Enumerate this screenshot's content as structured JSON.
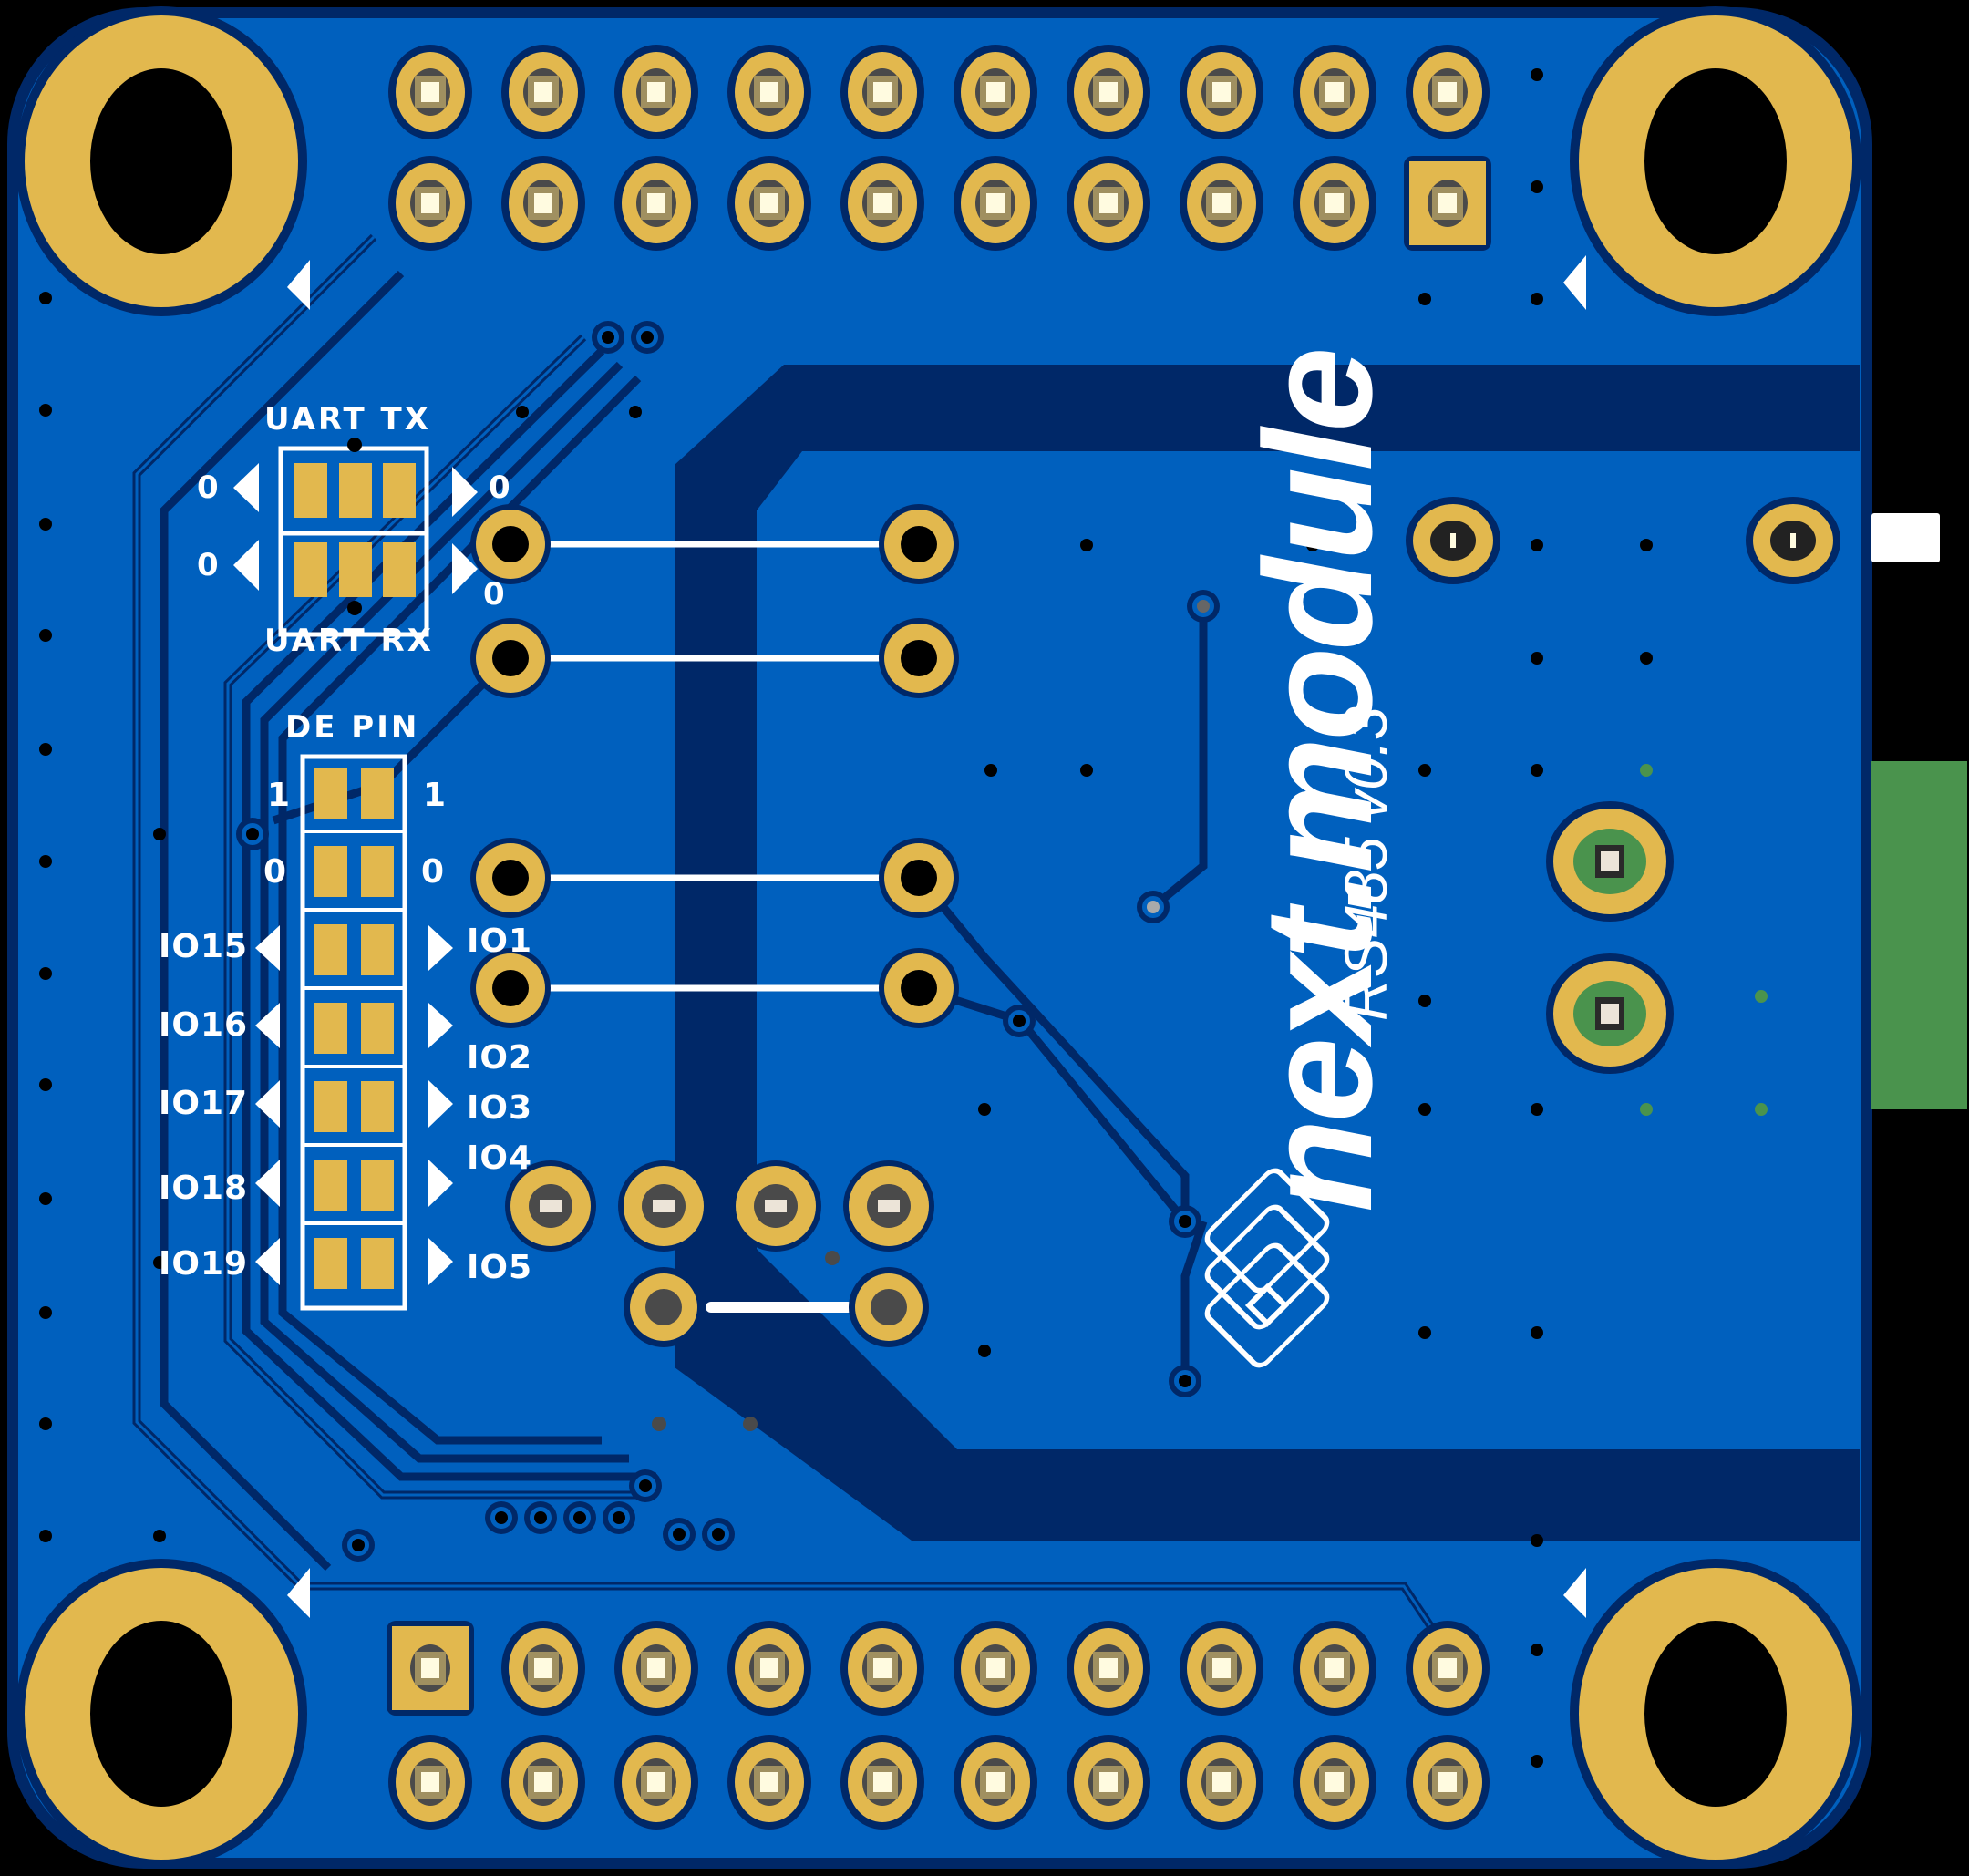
{
  "board": {
    "name": "next.module",
    "subtitle": "RS485 v0.3",
    "colors": {
      "background": "#000000",
      "soldermask": "#0060be",
      "copper_pour_dark": "#002868",
      "pad_gold": "#e2b84e",
      "silkscreen": "#ffffff",
      "terminal_green": "#4a934d",
      "drill": "#000000"
    }
  },
  "uart_jumper": {
    "top_label": "UART TX",
    "bottom_label": "UART RX",
    "left_tx": "0",
    "right_tx": "0",
    "left_rx": "0",
    "right_rx": "0"
  },
  "de_jumper": {
    "title": "DE PIN",
    "rows": [
      {
        "left": "1",
        "right": "1"
      },
      {
        "left": "0",
        "right": "0"
      },
      {
        "left": "IO15",
        "right": "IO1"
      },
      {
        "left": "IO16",
        "right": "IO2"
      },
      {
        "left": "IO17",
        "right": "IO3"
      },
      {
        "left": "IO18",
        "right": "IO4"
      },
      {
        "left": "IO19",
        "right": "IO5"
      }
    ]
  },
  "headers": {
    "top_pin_count": 20,
    "bottom_pin_count": 20
  },
  "icons": {
    "mounting_hole": "mounting-hole-icon",
    "logo": "stacked-modules-logo-icon",
    "pin1_marker": "triangle-marker-icon"
  }
}
